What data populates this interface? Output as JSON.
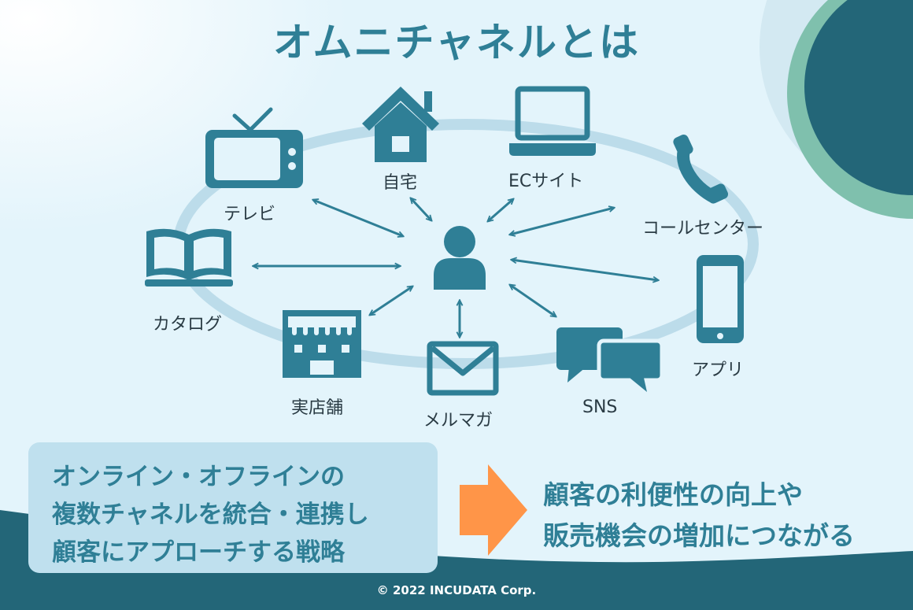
{
  "title": "オムニチャネルとは",
  "channels": {
    "tv": "テレビ",
    "home": "自宅",
    "ec_site": "ECサイト",
    "call_center": "コールセンター",
    "catalog": "カタログ",
    "app": "アプリ",
    "store": "実店舗",
    "mail_magazine": "メルマガ",
    "sns": "SNS"
  },
  "definition_lines": [
    "オンライン・オフラインの",
    "複数チャネルを統合・連携し",
    "顧客にアプローチする戦略"
  ],
  "result_lines": [
    "顧客の利便性の向上や",
    "販売機会の増加につながる"
  ],
  "footer": "© 2022 INCUDATA Corp.",
  "colors": {
    "primary": "#2f7f96",
    "background": "#e3f4fb",
    "ring": "#bcdcea",
    "dark_teal": "#236678",
    "accent_green": "#7fc0ad",
    "arrow_orange": "#ff9548"
  }
}
